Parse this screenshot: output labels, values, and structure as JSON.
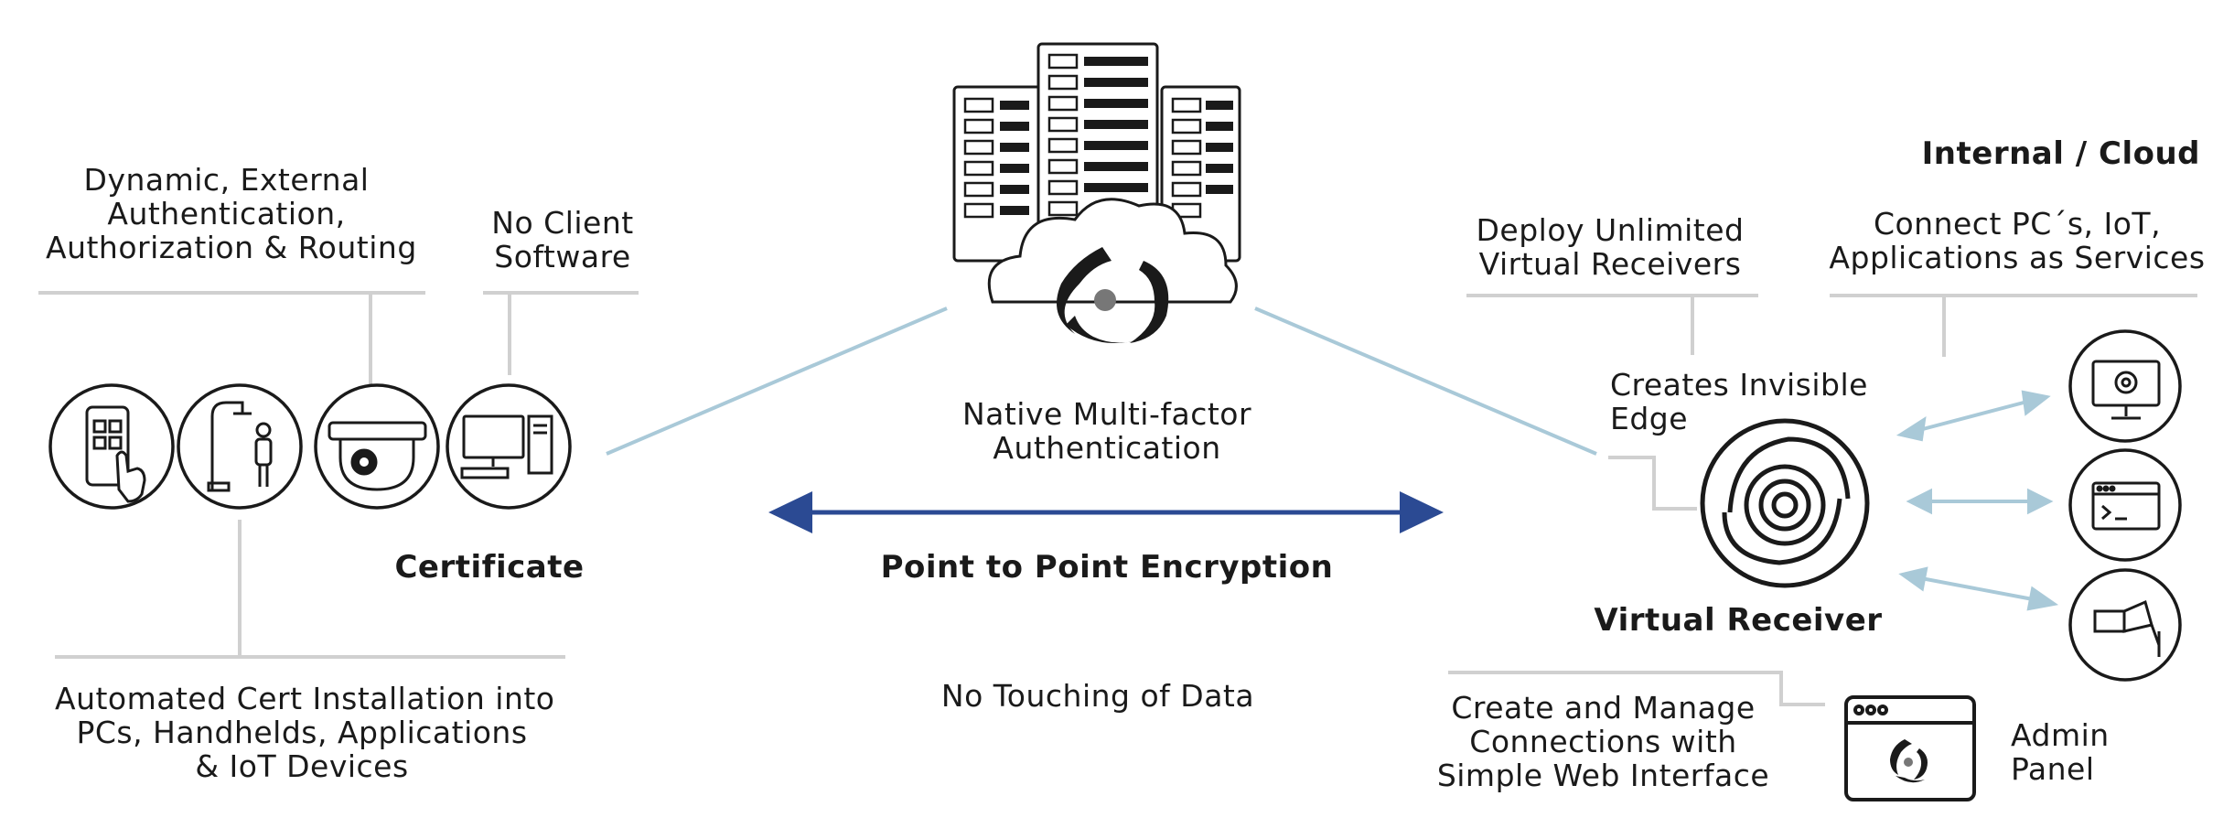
{
  "texts": {
    "dynamic_auth": [
      "Dynamic, External",
      "Authentication,",
      "Authorization & Routing"
    ],
    "no_client": [
      "No Client",
      "Software"
    ],
    "certificate": "Certificate",
    "automated_cert": [
      "Automated Cert Installation into",
      "PCs, Handhelds, Applications",
      "& IoT Devices"
    ],
    "native_mfa": [
      "Native Multi-factor",
      "Authentication"
    ],
    "p2p_encryption": "Point to Point Encryption",
    "no_touching": "No Touching of Data",
    "internal_cloud": "Internal / Cloud",
    "deploy_unlimited": [
      "Deploy Unlimited",
      "Virtual Receivers"
    ],
    "connect_pcs": [
      "Connect PC´s, IoT,",
      "Applications as Services"
    ],
    "creates_invisible": [
      "Creates Invisible",
      "Edge"
    ],
    "virtual_receiver": "Virtual Receiver",
    "create_manage": [
      "Create and Manage",
      "Connections with",
      "Simple Web Interface"
    ],
    "admin_panel": [
      "Admin",
      "Panel"
    ]
  },
  "icons": {
    "client_devices": [
      "handheld-touch-icon",
      "shower-person-icon",
      "security-camera-icon",
      "desktop-pc-icon"
    ],
    "server_cloud": "server-cloud-logo-icon",
    "virtual_receiver": "virtual-receiver-rings-icon",
    "services": [
      "monitor-gear-icon",
      "terminal-window-icon",
      "cctv-camera-icon"
    ],
    "admin_panel": "browser-window-logo-icon"
  },
  "colors": {
    "encryption_arrow": "#2b4a93",
    "connection_line": "#a9c9d8",
    "divider": "#d0d0d0",
    "stroke": "#1a1a1a"
  }
}
